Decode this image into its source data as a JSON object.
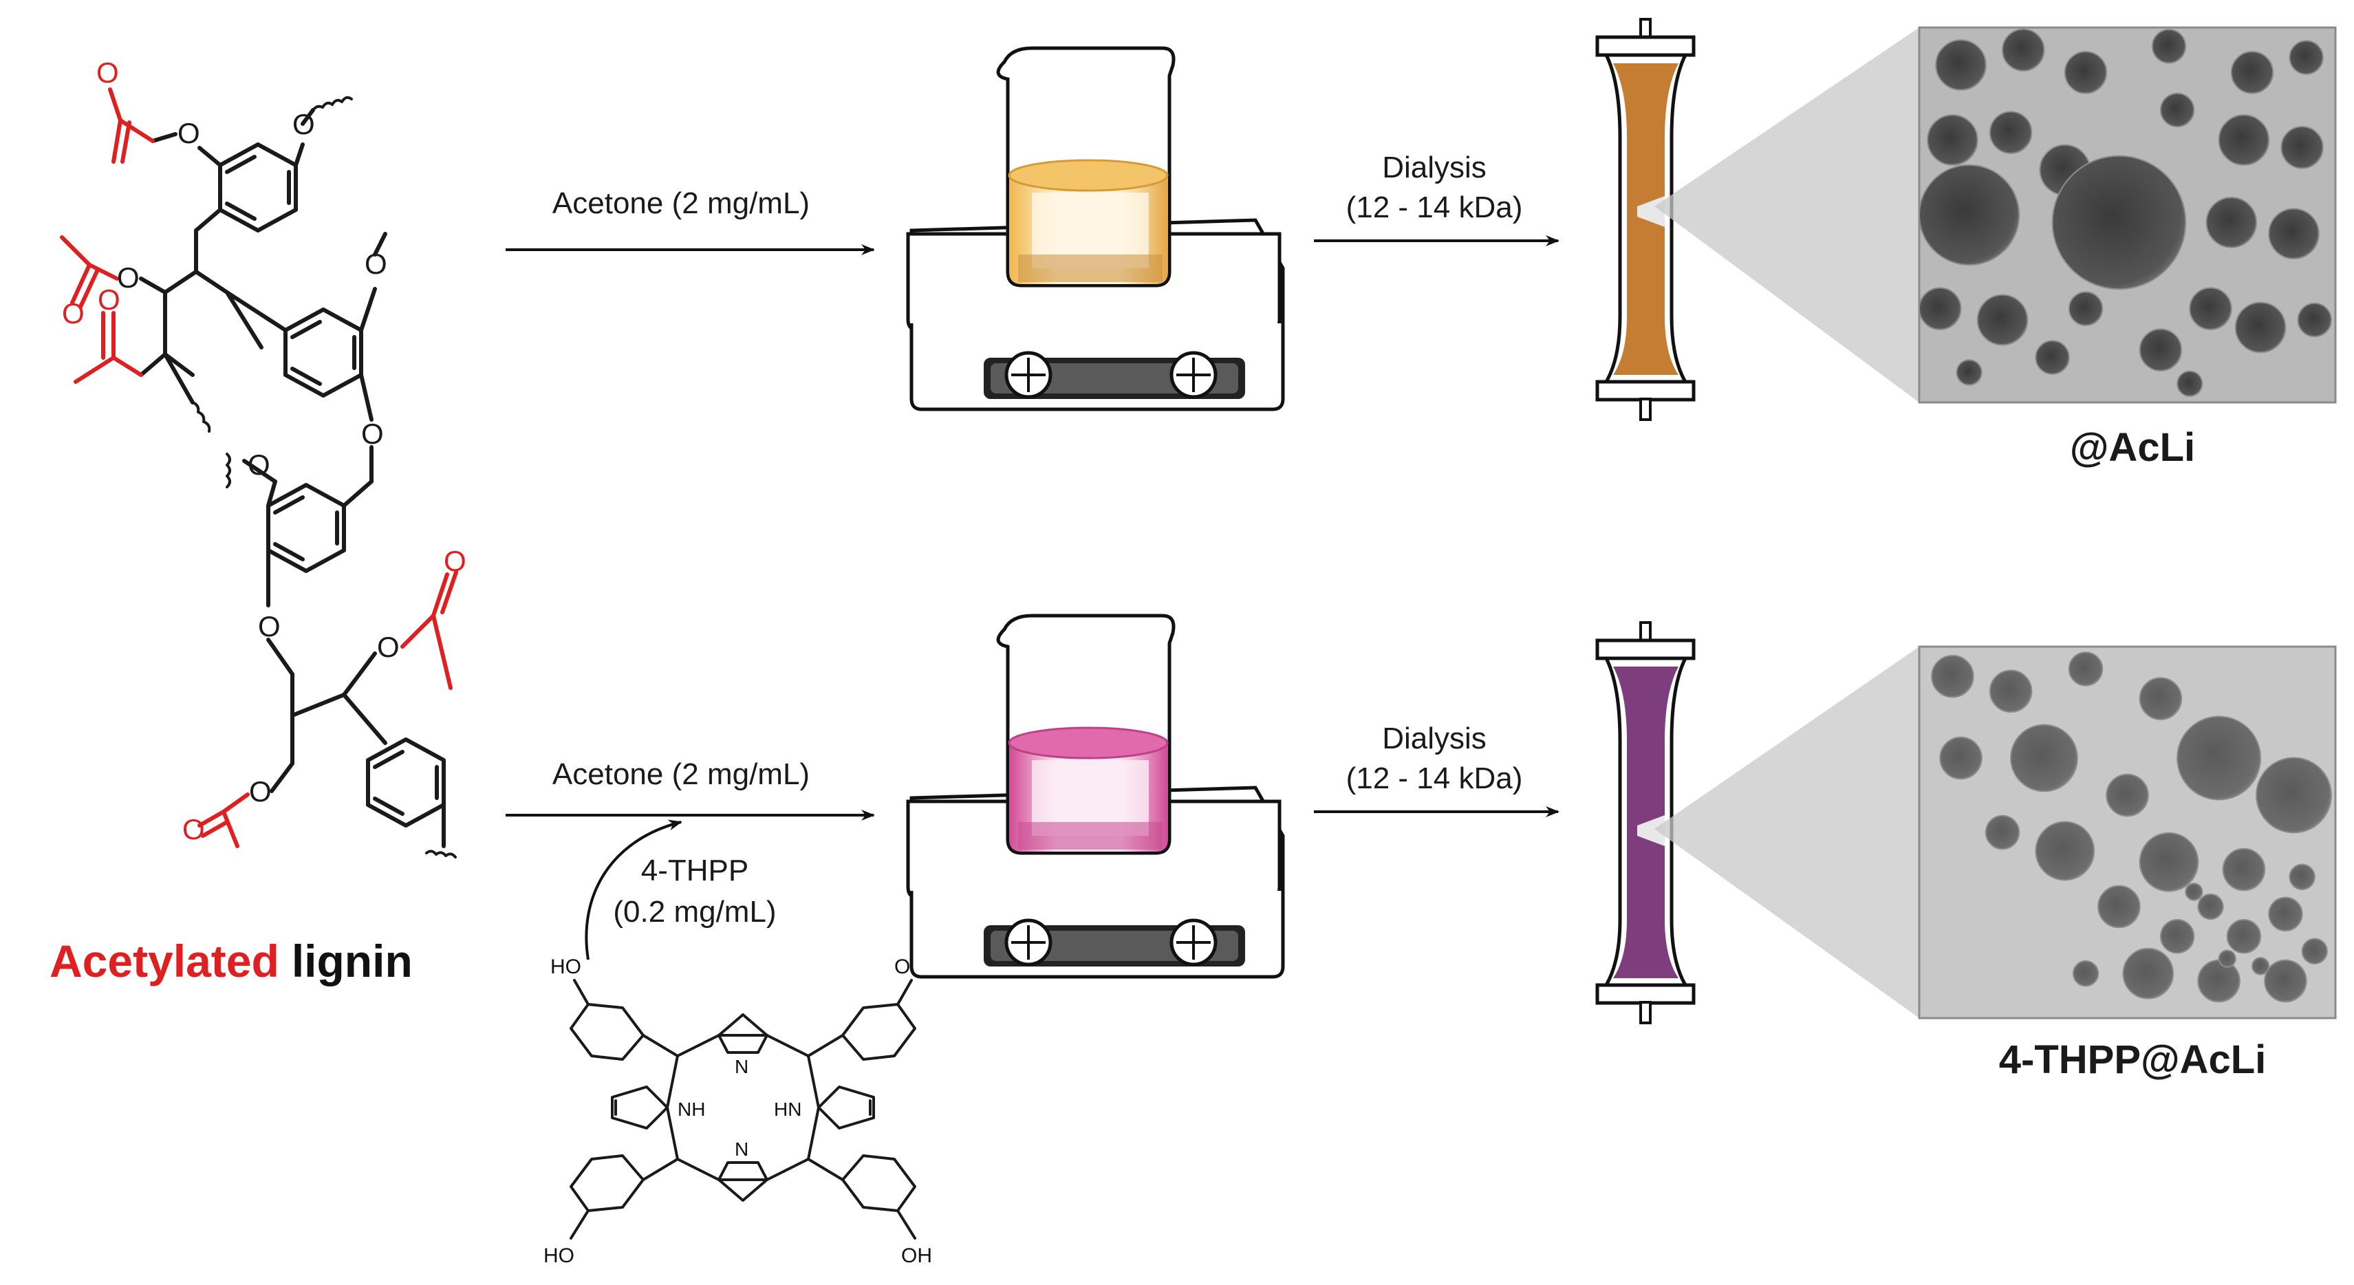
{
  "lignin": {
    "label_part1": "Acetylated",
    "label_part2": "lignin",
    "atom_o": "O",
    "color_acetyl": "#e02020"
  },
  "top_row": {
    "solvent_label": "Acetone (2 mg/mL)",
    "dialysis_label": "Dialysis",
    "dialysis_cutoff": "(12 - 14 kDa)",
    "product_label": "@AcLi",
    "solution_color": "#e0a040"
  },
  "bottom_row": {
    "solvent_label": "Acetone (2 mg/mL)",
    "additive_name": "4-THPP",
    "additive_conc": "(0.2 mg/mL)",
    "dialysis_label": "Dialysis",
    "dialysis_cutoff": "(12 - 14 kDa)",
    "product_label": "4-THPP@AcLi",
    "solution_color": "#d04a9a"
  },
  "porphyrin": {
    "oh": "OH",
    "ho": "HO",
    "n": "N",
    "nh": "NH",
    "hn": "HN"
  },
  "icons": [
    "beaker-icon",
    "stir-plate-icon",
    "dialysis-cassette-icon",
    "tem-image"
  ]
}
